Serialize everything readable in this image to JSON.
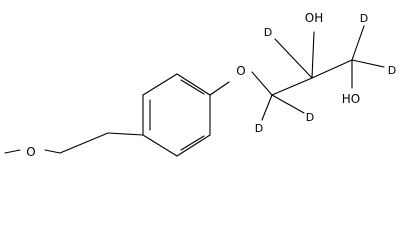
{
  "structure": {
    "labels": {
      "methoxy_o": "O",
      "ether_o": "O",
      "secondary_oh": "OH",
      "primary_oh": "HO",
      "deuterium": "D"
    }
  }
}
